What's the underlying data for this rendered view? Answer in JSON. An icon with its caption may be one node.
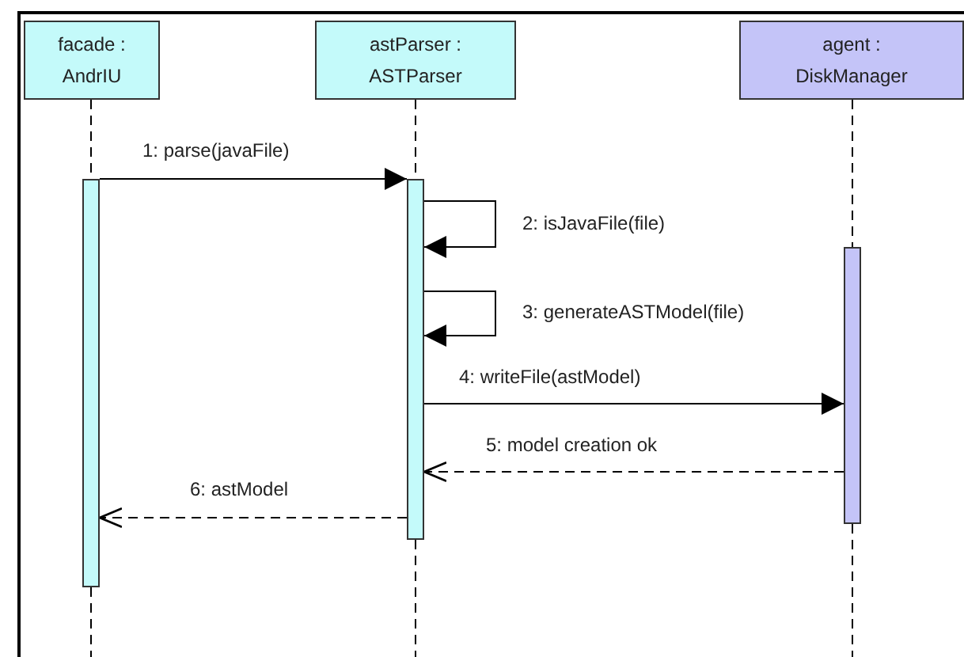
{
  "diagram": {
    "nodes": [
      {
        "text": [
          "facade : AndrIU"
        ]
      },
      {
        "text": [
          "astParser : ASTParser"
        ]
      },
      {
        "text": [
          "agent : DiskManager"
        ]
      },
      {
        "text": [],
        "shape": "bar"
      },
      {
        "text": [],
        "shape": "bar"
      },
      {
        "text": [],
        "shape": "bar"
      }
    ],
    "edges": [
      {
        "from": 0,
        "to": 3,
        "arrow": "none",
        "style": "dashed"
      },
      {
        "from": 1,
        "to": 4,
        "arrow": "none",
        "style": "dashed"
      },
      {
        "from": 2,
        "to": 5,
        "arrow": "none",
        "style": "dashed"
      },
      {
        "from": 3,
        "to": 4,
        "arrow": "to",
        "label": "1: parse(javaFile)"
      },
      {
        "from": 4,
        "to": 4,
        "arrow": "to",
        "label": "2: isJavaFile(file)"
      },
      {
        "from": 4,
        "to": 4,
        "arrow": "to",
        "label": "3: generateASTModel(file)"
      },
      {
        "from": 4,
        "to": 5,
        "arrow": "to",
        "label": "4: writeFile(astModel)"
      },
      {
        "from": 5,
        "to": 4,
        "arrow": "to",
        "label": "5: model creation ok",
        "style": "dashed"
      },
      {
        "from": 4,
        "to": 3,
        "arrow": "to",
        "label": "6: astModel",
        "style": "dashed"
      }
    ]
  }
}
